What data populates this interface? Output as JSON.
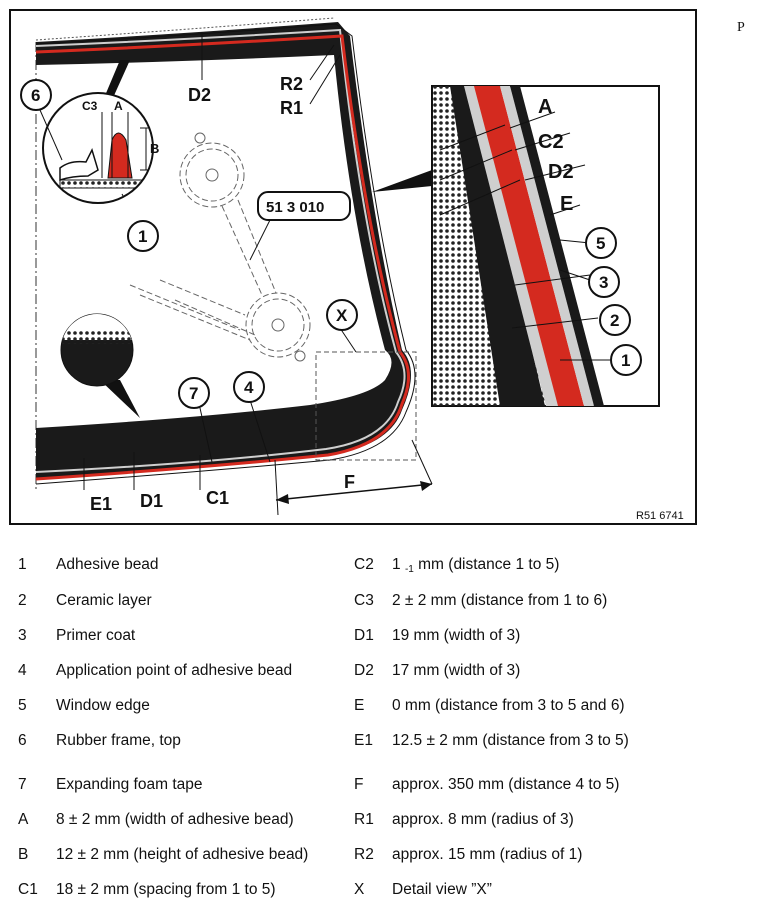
{
  "page_mark": "P",
  "figure": {
    "ref_code": "R51 6741",
    "tool_label": "51 3 010",
    "dimension_labels": {
      "c3": "C3",
      "a": "A",
      "b": "B",
      "d2": "D2",
      "r2": "R2",
      "r1": "R1",
      "e1": "E1",
      "d1": "D1",
      "c1": "C1",
      "f": "F",
      "detail_a": "A",
      "detail_c2": "C2",
      "detail_d2": "D2",
      "detail_e": "E"
    },
    "callouts": [
      "1",
      "2",
      "3",
      "4",
      "5",
      "6",
      "7",
      "X"
    ],
    "colors": {
      "adhesive": "#d42a1f",
      "frame": "#1a1a1a",
      "primer": "#c8c8c8"
    }
  },
  "legend_left": [
    {
      "key": "1",
      "text": "Adhesive bead"
    },
    {
      "key": "2",
      "text": "Ceramic layer"
    },
    {
      "key": "3",
      "text": "Primer coat"
    },
    {
      "key": "4",
      "text": "Application point of adhesive bead"
    },
    {
      "key": "5",
      "text": "Window edge"
    },
    {
      "key": "6",
      "text": "Rubber frame, top"
    },
    {
      "key": "7",
      "text": "Expanding foam tape"
    },
    {
      "key": "A",
      "text": "8 ± 2 mm (width of adhesive bead)"
    },
    {
      "key": "B",
      "text": "12 ± 2 mm (height of adhesive bead)"
    },
    {
      "key": "C1",
      "text": "18 ± 2 mm (spacing from 1 to 5)"
    }
  ],
  "legend_right": [
    {
      "key": "C2",
      "pre": "1 ",
      "sub": "-1",
      "text": " mm (distance 1 to 5)"
    },
    {
      "key": "C3",
      "pre": "",
      "sub": "",
      "text": "2 ± 2 mm (distance from 1 to 6)"
    },
    {
      "key": "D1",
      "pre": "",
      "sub": "",
      "text": "19 mm (width of 3)"
    },
    {
      "key": "D2",
      "pre": "",
      "sub": "",
      "text": "17 mm (width of 3)"
    },
    {
      "key": "E",
      "pre": "",
      "sub": "",
      "text": "0 mm (distance from 3 to 5 and 6)"
    },
    {
      "key": "E1",
      "pre": "",
      "sub": "",
      "text": "12.5 ± 2 mm (distance from 3 to 5)"
    },
    {
      "key": "F",
      "pre": "",
      "sub": "",
      "text": "approx. 350 mm (distance 4 to 5)"
    },
    {
      "key": "R1",
      "pre": "",
      "sub": "",
      "text": "approx. 8 mm (radius of 3)"
    },
    {
      "key": "R2",
      "pre": "",
      "sub": "",
      "text": "approx. 15 mm (radius of 1)"
    },
    {
      "key": "X",
      "pre": "",
      "sub": "",
      "text": "Detail view ”X”"
    }
  ]
}
